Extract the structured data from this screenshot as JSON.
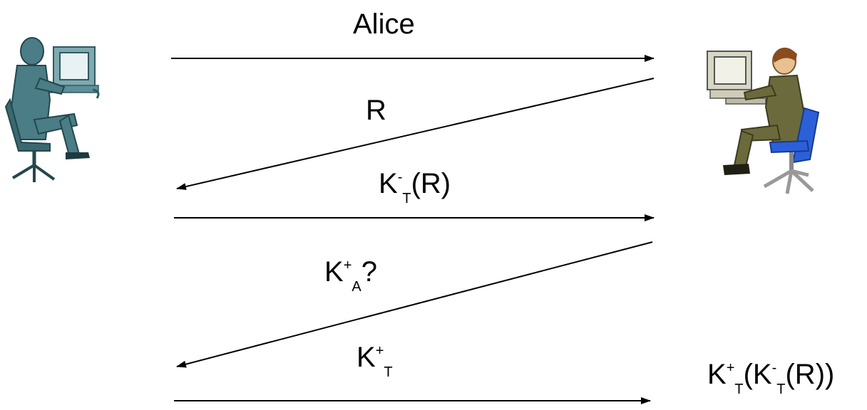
{
  "messages": [
    {
      "id": "alice",
      "direction": "right",
      "text": "Alice"
    },
    {
      "id": "nonce",
      "direction": "left",
      "text": "R"
    },
    {
      "id": "signed-nonce",
      "direction": "right",
      "base": "K",
      "sup": "-",
      "sub": "T",
      "rest": "(R)"
    },
    {
      "id": "key-request",
      "direction": "left",
      "base": "K",
      "sup": "+",
      "sub": "A",
      "rest": "?"
    },
    {
      "id": "public-key",
      "direction": "right",
      "base": "K",
      "sup": "+",
      "sub": "T",
      "rest": ""
    }
  ],
  "verification": {
    "base1": "K",
    "sup1": "+",
    "sub1": "T",
    "mid": "(K",
    "sup2": "-",
    "sub2": "T",
    "rest": "(R))"
  },
  "colors": {
    "arrow": "#000000",
    "left_person": "#4a7d86",
    "right_suit": "#6b6a3c",
    "chair_blue": "#2b60d9",
    "computer": "#d8d6c4"
  },
  "icons": {
    "left_figure": "person-at-computer-icon",
    "right_figure": "person-at-computer-icon"
  }
}
